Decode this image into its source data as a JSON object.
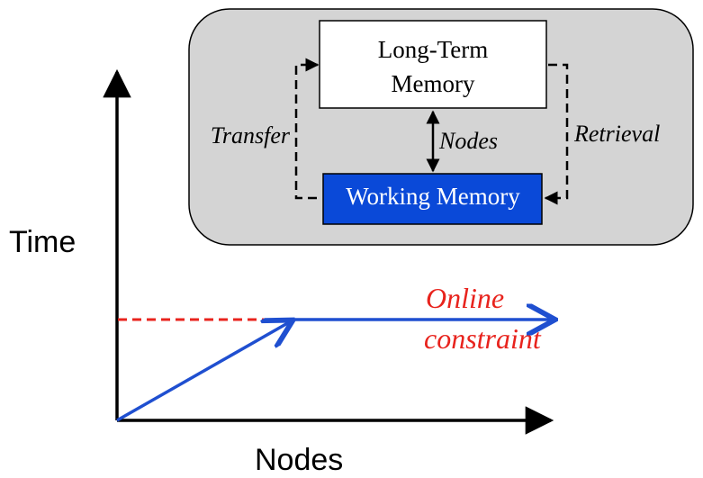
{
  "axes": {
    "y_label": "Time",
    "x_label": "Nodes"
  },
  "memory_panel": {
    "long_term_line1": "Long-Term",
    "long_term_line2": "Memory",
    "working_memory": "Working Memory",
    "transfer_label": "Transfer",
    "retrieval_label": "Retrieval",
    "nodes_label": "Nodes"
  },
  "constraint": {
    "line1": "Online",
    "line2": "constraint"
  },
  "colors": {
    "panel_fill": "#d4d4d4",
    "working_memory_fill": "#0a49d8",
    "growth_line": "#1f4fd0",
    "constraint_line": "#e8231d",
    "constraint_text": "#e8231d",
    "axis": "#000000"
  }
}
